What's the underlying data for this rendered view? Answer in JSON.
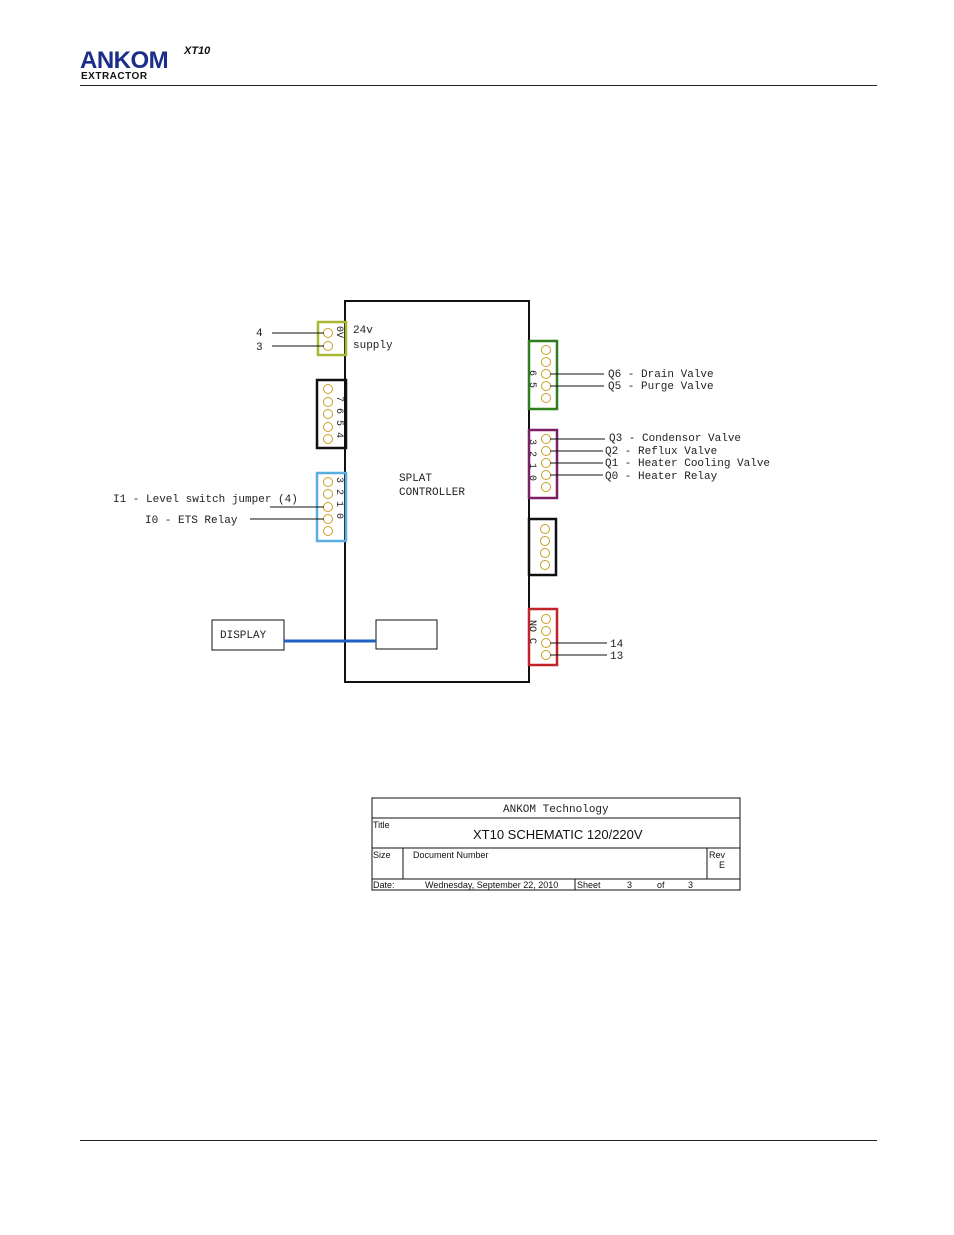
{
  "header": {
    "logo_main": "ANKOM",
    "logo_super": "XT10",
    "logo_sub": "EXTRACTOR"
  },
  "controller": {
    "name_line1": "SPLAT",
    "name_line2": "CONTROLLER",
    "supply_line1": "24v",
    "supply_line2": "supply",
    "supply_terminals": "0V",
    "inputs_upper": "7 6 5 4",
    "inputs_lower": "3 2 1 0",
    "outputs_upper": "6 5",
    "outputs_lower": "3 2 1 0",
    "relay_terminals": "NO C"
  },
  "labels": {
    "supply_4": "4",
    "supply_3": "3",
    "q6": "Q6 - Drain Valve",
    "q5": "Q5 - Purge Valve",
    "q3": "Q3 - Condensor Valve",
    "q2": "Q2 - Reflux Valve",
    "q1": "Q1 - Heater Cooling Valve",
    "q0": "Q0 - Heater Relay",
    "i1": "I1 - Level switch jumper (4)",
    "i0": "I0 - ETS Relay",
    "display": "DISPLAY",
    "relay_14": "14",
    "relay_13": "13"
  },
  "title_block": {
    "company": "ANKOM Technology",
    "title_label": "Title",
    "title": "XT10 SCHEMATIC 120/220V",
    "size_label": "Size",
    "doc_label": "Document Number",
    "rev_label": "Rev",
    "rev": "E",
    "date_label": "Date:",
    "date": "Wednesday, September 22, 2010",
    "sheet_label": "Sheet",
    "sheet": "3",
    "of_label": "of",
    "sheet_total": "3"
  },
  "colors": {
    "supply_block": "#a8b832",
    "input_upper_block": "#111111",
    "input_lower_block": "#5aaee0",
    "output_upper_block": "#2e7d1f",
    "output_lower_block": "#7a1f66",
    "blank_block": "#111111",
    "relay_block": "#c0242a",
    "display_cable": "#1f5fbf",
    "terminal": "#c8a020"
  }
}
